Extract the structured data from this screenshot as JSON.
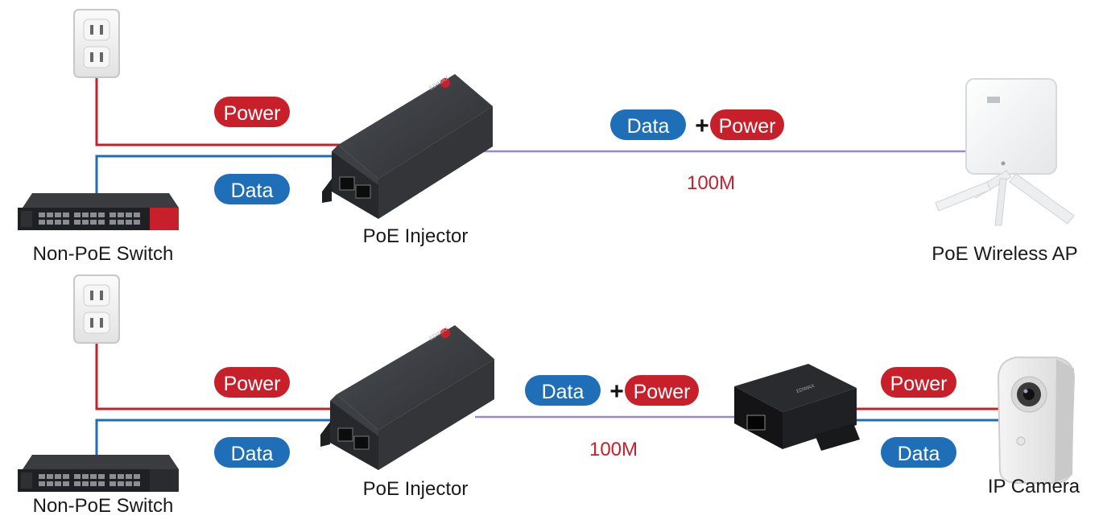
{
  "colors": {
    "power": "#c8202a",
    "data": "#1f6fb8",
    "combined": "#9a88c8",
    "device_dark": "#2b2d30"
  },
  "top": {
    "power_label": "Power",
    "data_label": "Data",
    "combined_data_label": "Data",
    "combined_plus": "+",
    "combined_power_label": "Power",
    "speed_label": "100M",
    "switch_caption": "Non-PoE Switch",
    "injector_caption": "PoE Injector",
    "endpoint_caption": "PoE Wireless AP"
  },
  "bottom": {
    "power_label": "Power",
    "data_label": "Data",
    "combined_data_label": "Data",
    "combined_plus": "+",
    "combined_power_label": "Power",
    "speed_label": "100M",
    "splitter_power_label": "Power",
    "splitter_data_label": "Data",
    "switch_caption": "Non-PoE Switch",
    "injector_caption": "PoE Injector",
    "endpoint_caption": "IP Camera"
  }
}
